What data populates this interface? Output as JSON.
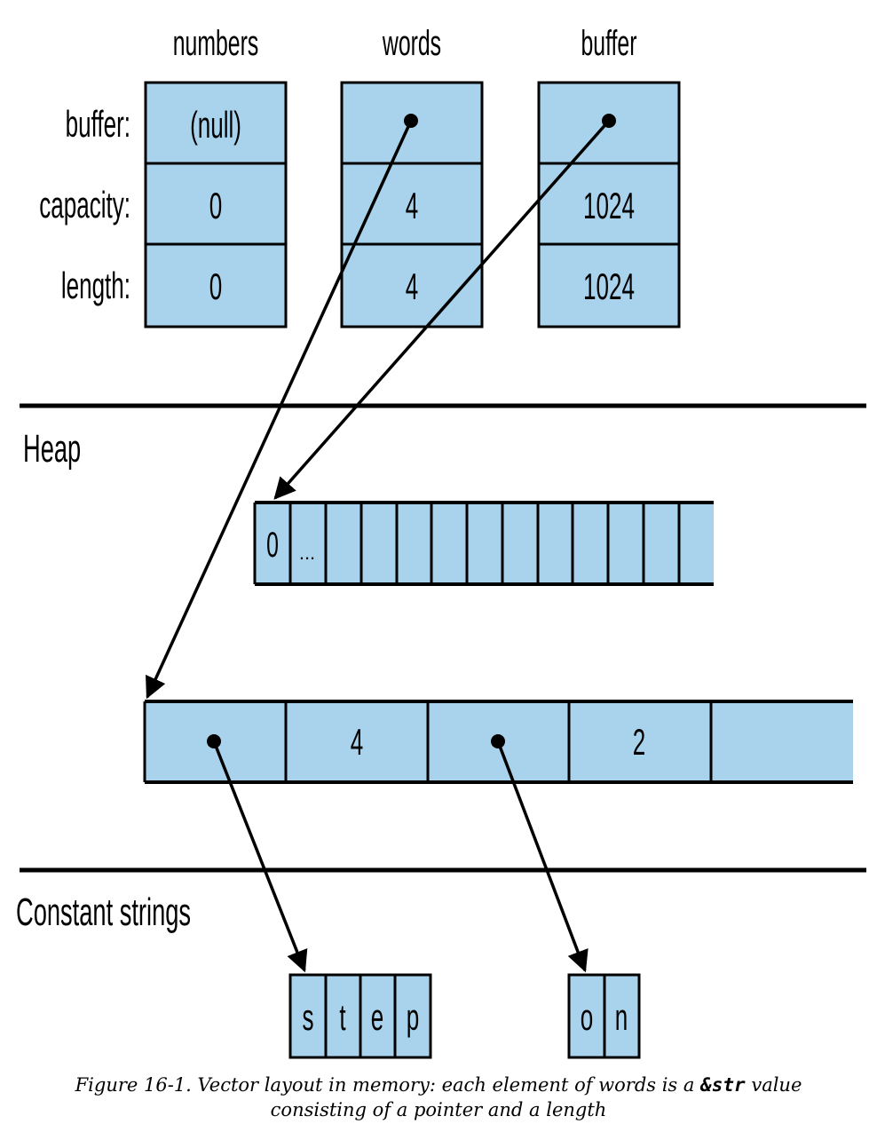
{
  "stack": {
    "columns": [
      {
        "name": "numbers",
        "buffer": "(null)",
        "capacity": "0",
        "length": "0"
      },
      {
        "name": "words",
        "buffer": "",
        "capacity": "4",
        "length": "4"
      },
      {
        "name": "buffer",
        "buffer": "",
        "capacity": "1024",
        "length": "1024"
      }
    ],
    "row_labels": {
      "buffer": "buffer:",
      "capacity": "capacity:",
      "length": "length:"
    }
  },
  "heap": {
    "label": "Heap",
    "byte_buffer": {
      "first": "0",
      "second": "..."
    },
    "words_elements": [
      "",
      "4",
      "",
      "2",
      ""
    ]
  },
  "constant_strings": {
    "label": "Constant strings",
    "step": [
      "s",
      "t",
      "e",
      "p"
    ],
    "on": [
      "o",
      "n"
    ]
  },
  "caption": {
    "prefix": "Figure 16-1. Vector layout in memory: each element of words is a ",
    "code": "&str",
    "suffix": " value",
    "line2": "consisting of a pointer and a length"
  },
  "colors": {
    "cell_fill": "#a9d3ec",
    "stroke": "#000000"
  }
}
